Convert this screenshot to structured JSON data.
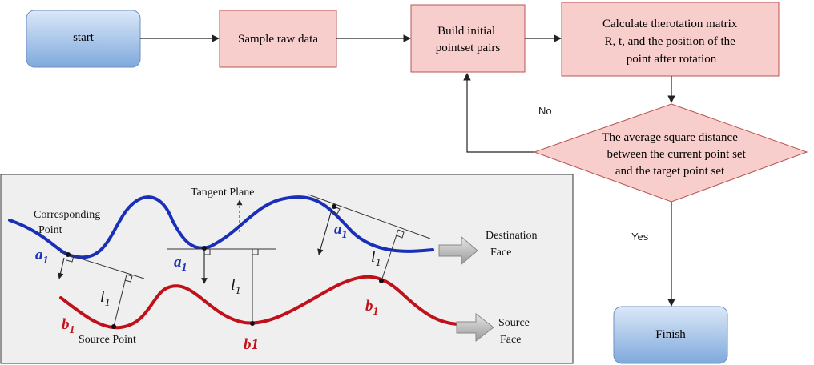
{
  "flowchart": {
    "start": "start",
    "sample": "Sample raw data",
    "build": [
      "Build initial",
      "pointset pairs"
    ],
    "calc": [
      "Calculate therotation matrix",
      "R, t, and the position of the",
      "point after rotation"
    ],
    "decision": [
      "The average square distance",
      "between the current point set",
      "and the target point set"
    ],
    "no": "No",
    "yes": "Yes",
    "finish": "Finish"
  },
  "illustration": {
    "tangent_plane": "Tangent Plane",
    "corresponding_point": [
      "Corresponding",
      "Point"
    ],
    "destination_face": [
      "Destination",
      "Face"
    ],
    "source_face": [
      "Source",
      "Face"
    ],
    "source_point": "Source Point",
    "a1": "a",
    "b1": "b",
    "sub1": "1",
    "l1": "l",
    "b1_plain": "b1"
  },
  "colors": {
    "blue_curve": "#1a2fb8",
    "red_curve": "#c0101a",
    "pink_box": "#f8cecc",
    "blue_box": "#b9d3ee"
  }
}
